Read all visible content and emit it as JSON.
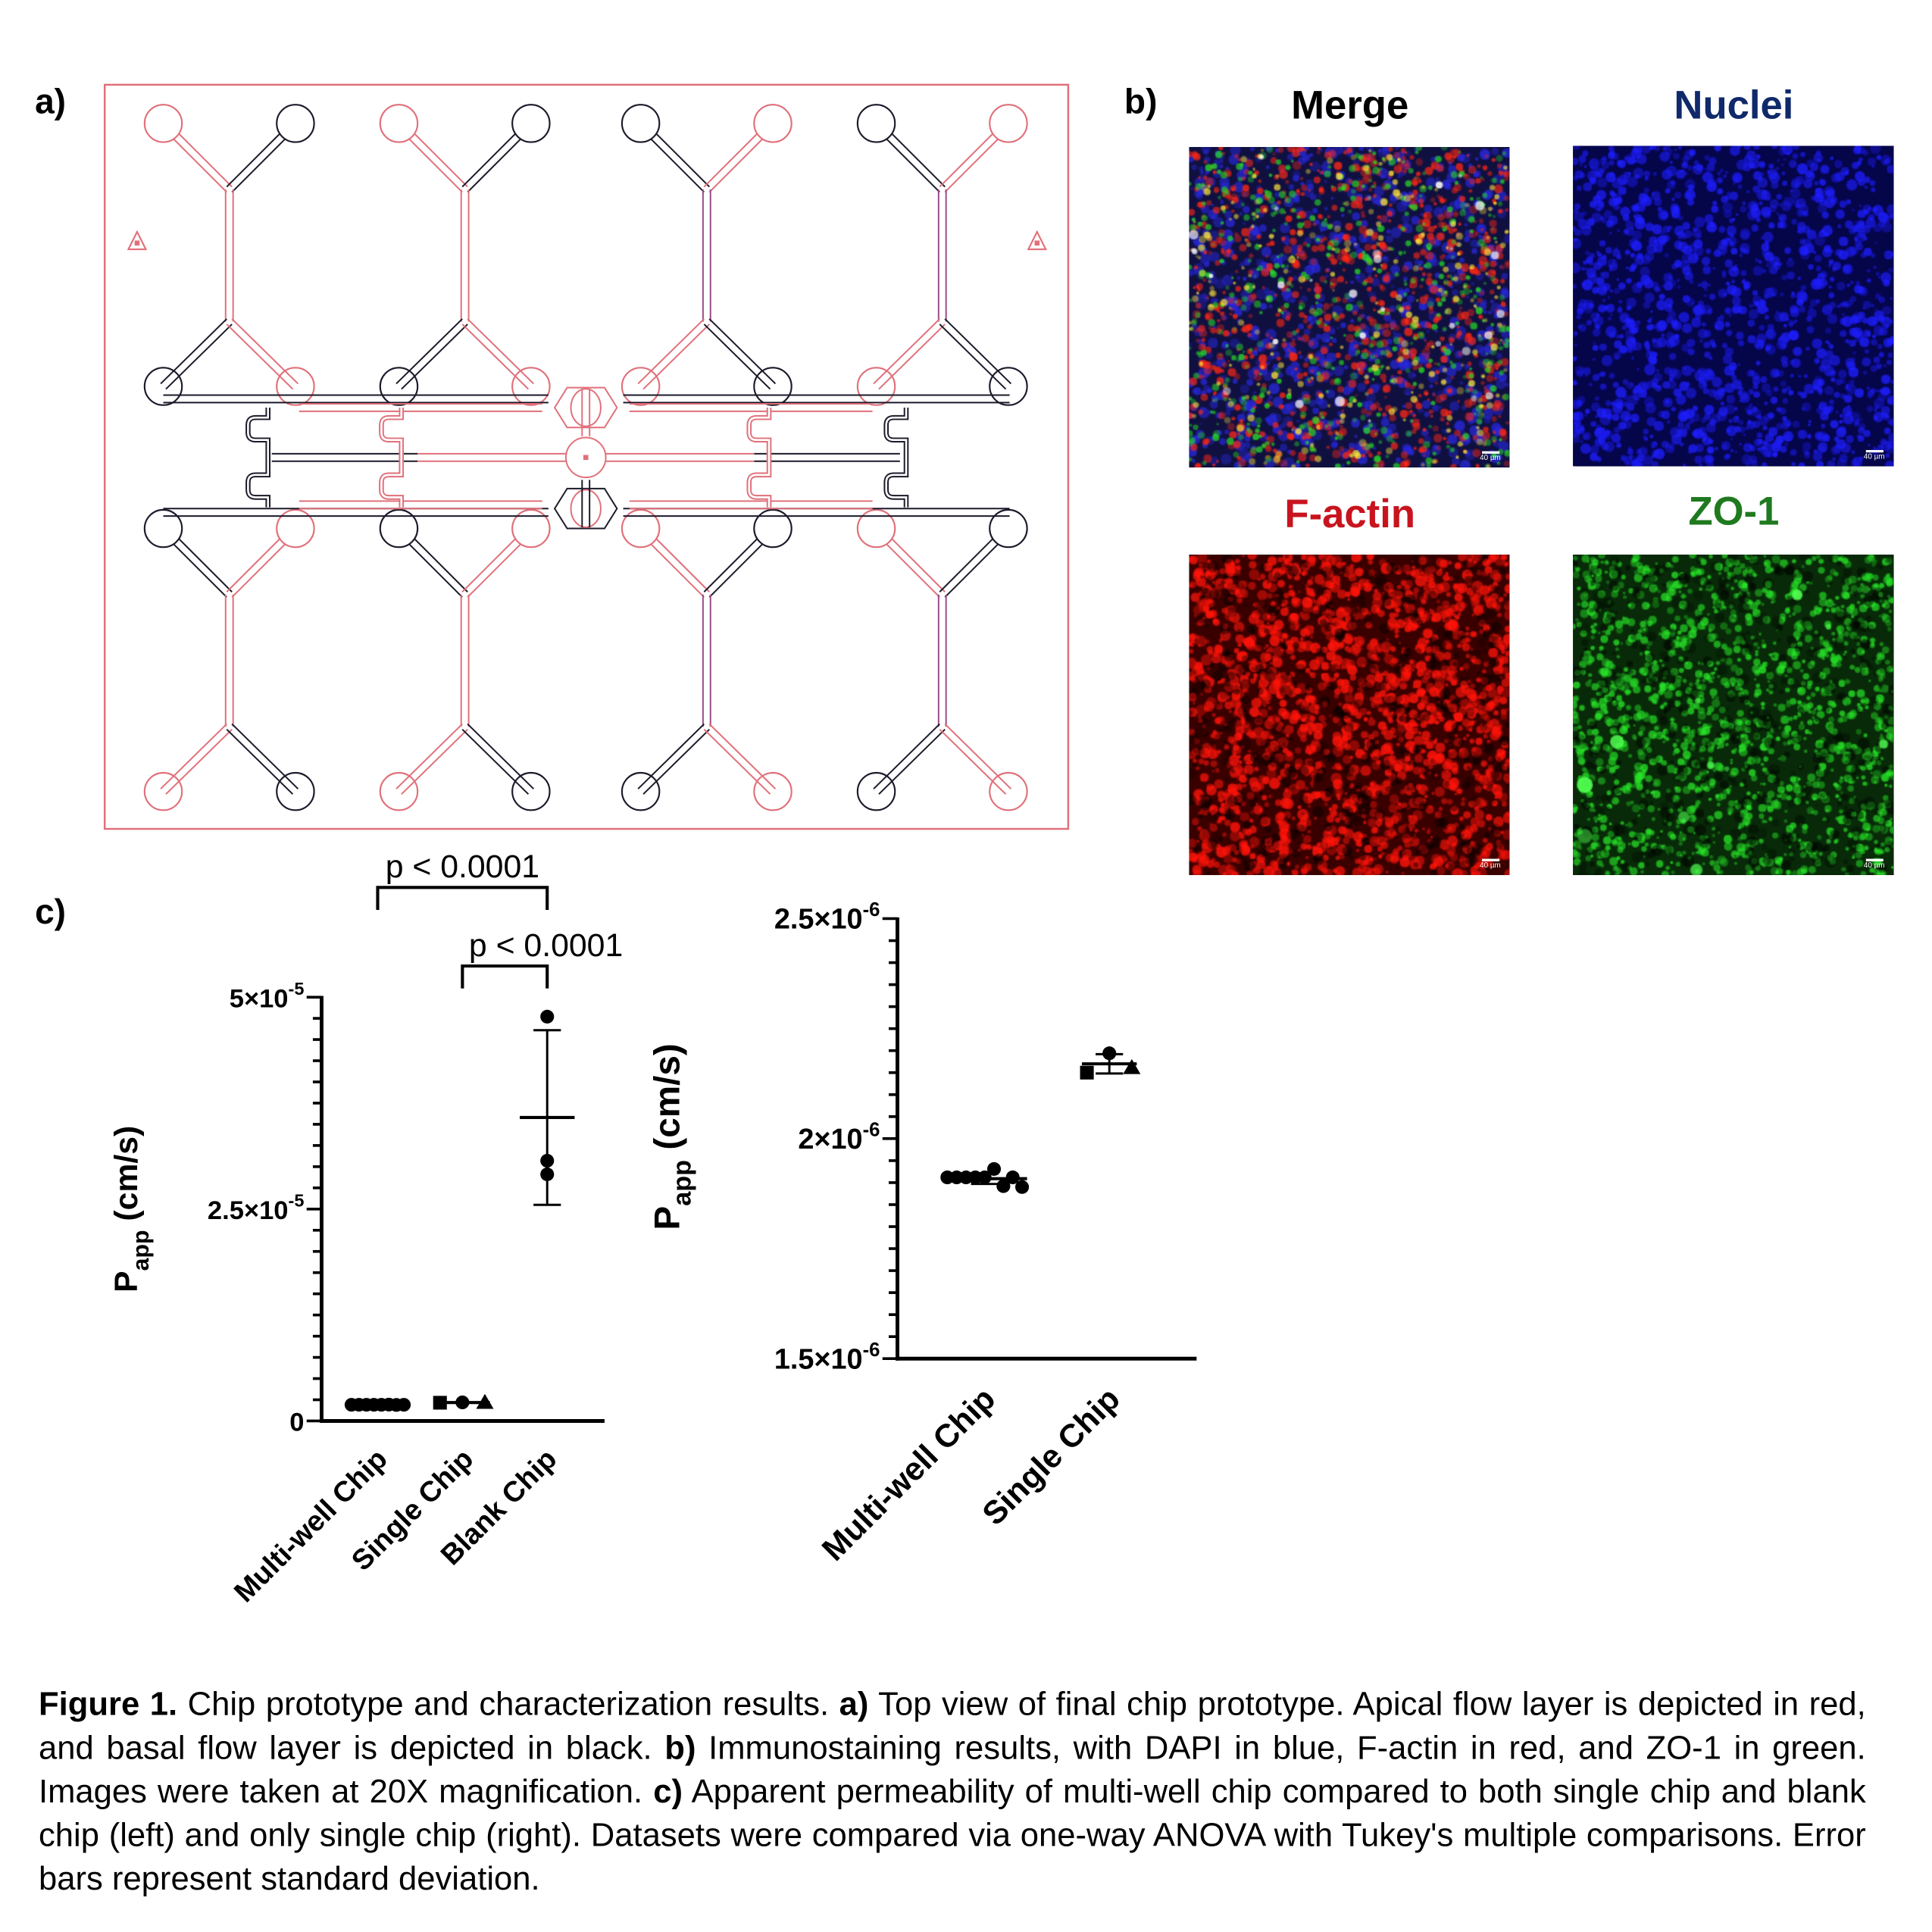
{
  "panels": {
    "a": "a)",
    "b": "b)",
    "c": "c)"
  },
  "chip_diagram": {
    "apical_color": "#e0707a",
    "basal_color": "#1a1a2a"
  },
  "microscopy": [
    {
      "title": "Merge",
      "title_color": "#000000",
      "channel": "merge",
      "scale_bar": "40 µm"
    },
    {
      "title": "Nuclei",
      "title_color": "#10296b",
      "channel": "blue",
      "scale_bar": "40 µm"
    },
    {
      "title": "F-actin",
      "title_color": "#c8141e",
      "channel": "red",
      "scale_bar": "40 µm"
    },
    {
      "title": "ZO-1",
      "title_color": "#1f7a1f",
      "channel": "green",
      "scale_bar": "40 µm"
    }
  ],
  "chart_data": [
    {
      "type": "scatter",
      "ylabel": {
        "main": "P",
        "sub": "app",
        "rest": " (cm/s)"
      },
      "ylim": [
        0,
        5e-05
      ],
      "yticks": [
        {
          "value": 0,
          "mantissa": "0",
          "exp": ""
        },
        {
          "value": 2.5e-05,
          "mantissa": "2.5×10",
          "exp": "-5"
        },
        {
          "value": 5e-05,
          "mantissa": "5×10",
          "exp": "-5"
        }
      ],
      "minor_tick_step": 2.5e-06,
      "categories": [
        "Multi-well Chip",
        "Single Chip",
        "Blank Chip"
      ],
      "groups": [
        {
          "name": "Multi-well Chip",
          "marker": [
            "circle",
            "circle",
            "circle",
            "circle",
            "circle",
            "circle",
            "circle",
            "circle"
          ],
          "values": [
            1.91e-06,
            1.91e-06,
            1.91e-06,
            1.91e-06,
            1.91e-06,
            1.93e-06,
            1.89e-06,
            1.91e-06
          ],
          "mean": 1.91e-06,
          "sd": 1.2e-08
        },
        {
          "name": "Single Chip",
          "marker": [
            "square",
            "circle",
            "triangle"
          ],
          "values": [
            2.15e-06,
            2.19e-06,
            2.16e-06
          ],
          "mean": 2.17e-06,
          "sd": 2.2e-08
        },
        {
          "name": "Blank Chip",
          "marker": [
            "circle",
            "circle",
            "circle"
          ],
          "values": [
            4.77e-05,
            3.07e-05,
            2.91e-05
          ],
          "mean": 3.58e-05,
          "sd": 1.03e-05
        }
      ],
      "comparisons": [
        {
          "from": "Multi-well Chip",
          "to": "Blank Chip",
          "label": "p < 0.0001"
        },
        {
          "from": "Single Chip",
          "to": "Blank Chip",
          "label": "p < 0.0001"
        }
      ]
    },
    {
      "type": "scatter",
      "ylabel": {
        "main": "P",
        "sub": "app",
        "rest": " (cm/s)"
      },
      "ylim": [
        1.5e-06,
        2.5e-06
      ],
      "yticks": [
        {
          "value": 1.5e-06,
          "mantissa": "1.5×10",
          "exp": "-6"
        },
        {
          "value": 2e-06,
          "mantissa": "2×10",
          "exp": "-6"
        },
        {
          "value": 2.5e-06,
          "mantissa": "2.5×10",
          "exp": "-6"
        }
      ],
      "minor_tick_step": 5e-08,
      "categories": [
        "Multi-well Chip",
        "Single Chip"
      ],
      "groups": [
        {
          "name": "Multi-well Chip",
          "marker": [
            "circle",
            "circle",
            "circle",
            "circle",
            "circle",
            "circle",
            "circle",
            "circle",
            "circle"
          ],
          "values": [
            1.912e-06,
            1.912e-06,
            1.912e-06,
            1.912e-06,
            1.912e-06,
            1.931e-06,
            1.892e-06,
            1.912e-06,
            1.89e-06
          ],
          "mean": 1.909e-06,
          "sd": 1.2e-08
        },
        {
          "name": "Single Chip",
          "marker": [
            "square",
            "circle",
            "triangle"
          ],
          "values": [
            2.15e-06,
            2.194e-06,
            2.161e-06
          ],
          "mean": 2.17e-06,
          "sd": 2.2e-08
        }
      ],
      "comparisons": []
    }
  ],
  "caption": {
    "figure_label": "Figure 1.",
    "intro": " Chip prototype and characterization results. ",
    "a_label": "a)",
    "a_text": " Top view of final chip prototype. Apical flow layer is depicted in red, and basal flow layer is depicted in black. ",
    "b_label": "b)",
    "b_text": " Immunostaining results, with DAPI in blue, F-actin in red, and ZO-1 in green. Images were taken at 20X magnification. ",
    "c_label": "c)",
    "c_text": " Apparent permeability of multi-well chip compared to both single chip and blank chip (left) and only single chip (right). Datasets were compared via one-way ANOVA with Tukey's multiple comparisons. Error bars represent standard deviation."
  }
}
